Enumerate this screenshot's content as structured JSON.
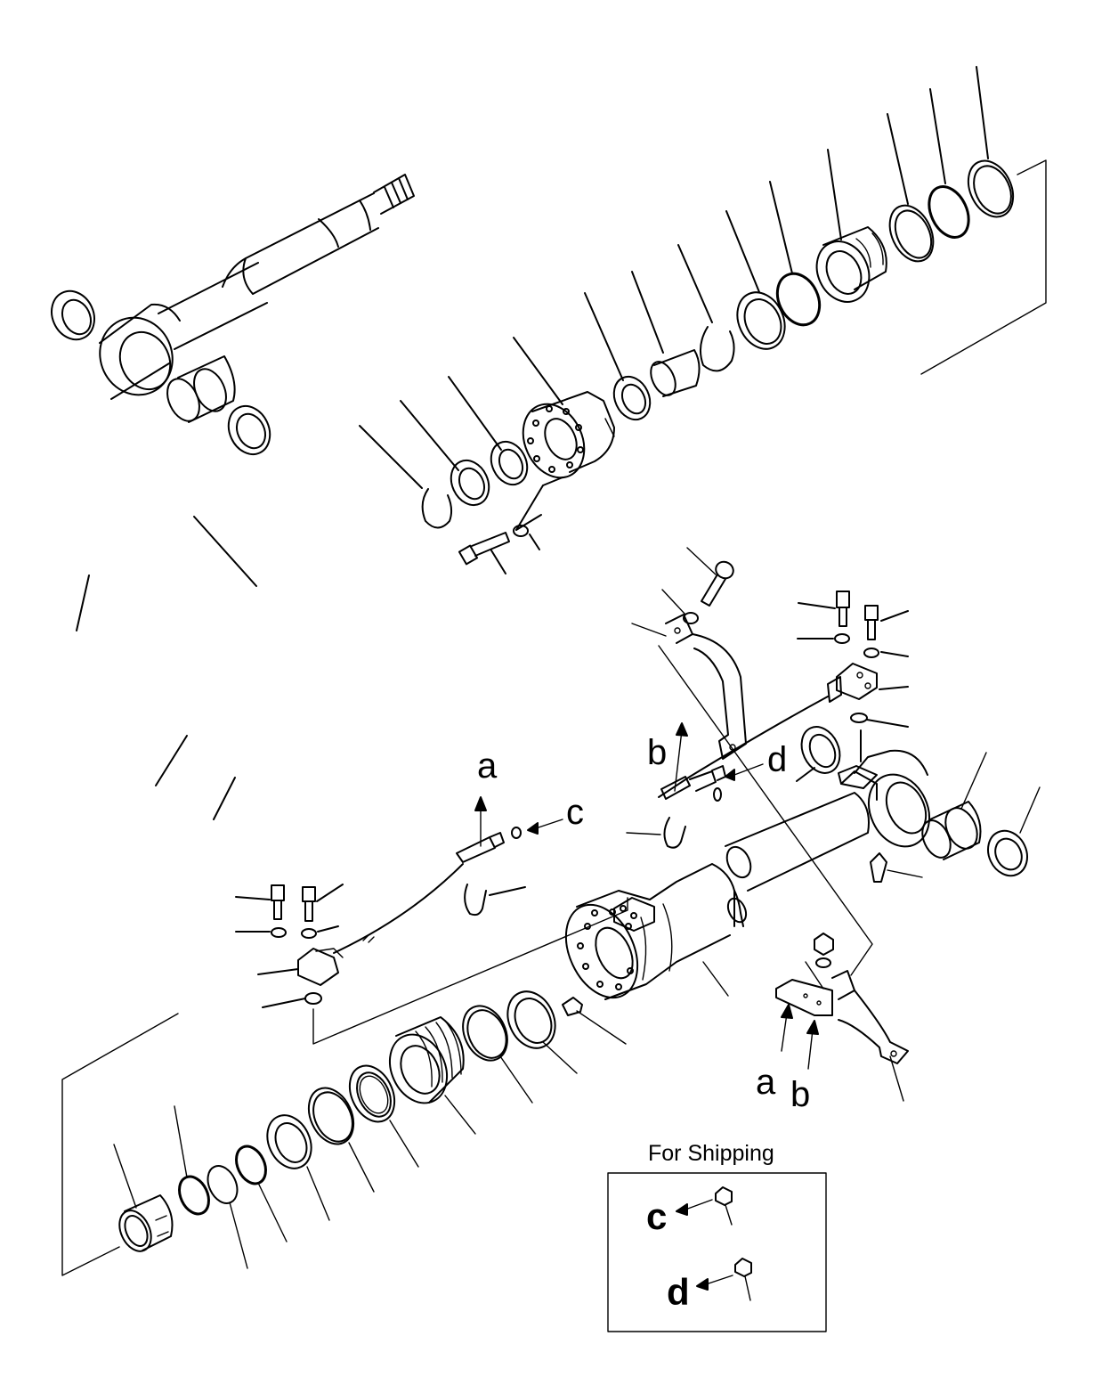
{
  "callouts": {
    "a_upper": "a",
    "b_upper": "b",
    "c_upper": "c",
    "d_upper": "d",
    "a_lower": "a",
    "b_lower": "b"
  },
  "shipping_box": {
    "title": "For Shipping",
    "c_label": "c",
    "d_label": "d"
  }
}
